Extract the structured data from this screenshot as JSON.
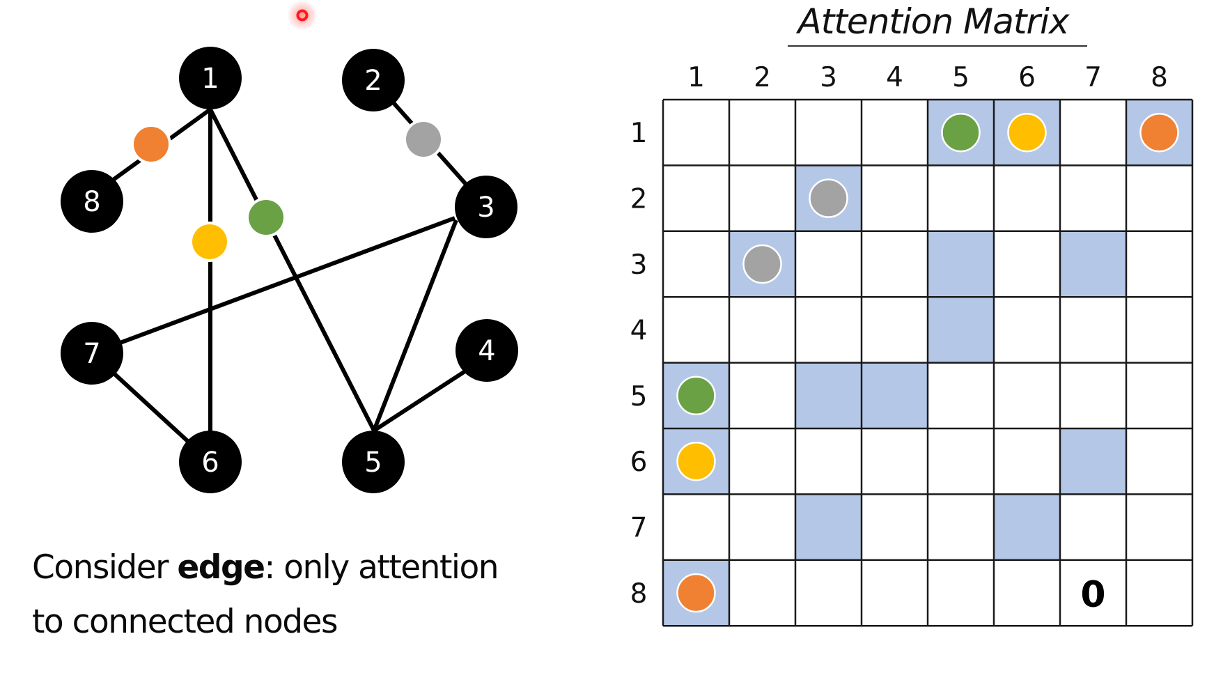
{
  "caption": {
    "prefix": "Consider ",
    "emphasis": "edge",
    "suffix": ": only attention",
    "line2": "to connected nodes"
  },
  "graph": {
    "nodes": [
      {
        "id": "1",
        "label": "1"
      },
      {
        "id": "2",
        "label": "2"
      },
      {
        "id": "3",
        "label": "3"
      },
      {
        "id": "4",
        "label": "4"
      },
      {
        "id": "5",
        "label": "5"
      },
      {
        "id": "6",
        "label": "6"
      },
      {
        "id": "7",
        "label": "7"
      },
      {
        "id": "8",
        "label": "8"
      }
    ],
    "edges": [
      {
        "from": "1",
        "to": "8",
        "marker": "orange"
      },
      {
        "from": "1",
        "to": "6",
        "marker": "yellow"
      },
      {
        "from": "1",
        "to": "5",
        "marker": "green"
      },
      {
        "from": "2",
        "to": "3",
        "marker": "gray"
      },
      {
        "from": "3",
        "to": "7",
        "marker": null
      },
      {
        "from": "3",
        "to": "5",
        "marker": null
      },
      {
        "from": "4",
        "to": "5",
        "marker": null
      },
      {
        "from": "7",
        "to": "6",
        "marker": null
      }
    ]
  },
  "matrix": {
    "title": "Attention Matrix",
    "column_labels": [
      "1",
      "2",
      "3",
      "4",
      "5",
      "6",
      "7",
      "8"
    ],
    "row_labels": [
      "1",
      "2",
      "3",
      "4",
      "5",
      "6",
      "7",
      "8"
    ],
    "highlighted_cells": [
      {
        "row": 1,
        "col": 5,
        "marker": "green"
      },
      {
        "row": 1,
        "col": 6,
        "marker": "yellow"
      },
      {
        "row": 1,
        "col": 8,
        "marker": "orange"
      },
      {
        "row": 2,
        "col": 3,
        "marker": "gray"
      },
      {
        "row": 3,
        "col": 2,
        "marker": "gray"
      },
      {
        "row": 3,
        "col": 5,
        "marker": null
      },
      {
        "row": 3,
        "col": 7,
        "marker": null
      },
      {
        "row": 4,
        "col": 5,
        "marker": null
      },
      {
        "row": 5,
        "col": 1,
        "marker": "green"
      },
      {
        "row": 5,
        "col": 3,
        "marker": null
      },
      {
        "row": 5,
        "col": 4,
        "marker": null
      },
      {
        "row": 6,
        "col": 1,
        "marker": "yellow"
      },
      {
        "row": 6,
        "col": 7,
        "marker": null
      },
      {
        "row": 7,
        "col": 3,
        "marker": null
      },
      {
        "row": 7,
        "col": 6,
        "marker": null
      },
      {
        "row": 8,
        "col": 1,
        "marker": "orange"
      }
    ],
    "cell_texts": [
      {
        "row": 8,
        "col": 7,
        "text": "0"
      }
    ]
  },
  "colors": {
    "highlight": "#b4c7e7",
    "orange": "#f08132",
    "yellow": "#ffbe00",
    "green": "#6aa145",
    "gray": "#a3a3a3",
    "node": "#000000",
    "cursor": "#ff1a1a"
  }
}
